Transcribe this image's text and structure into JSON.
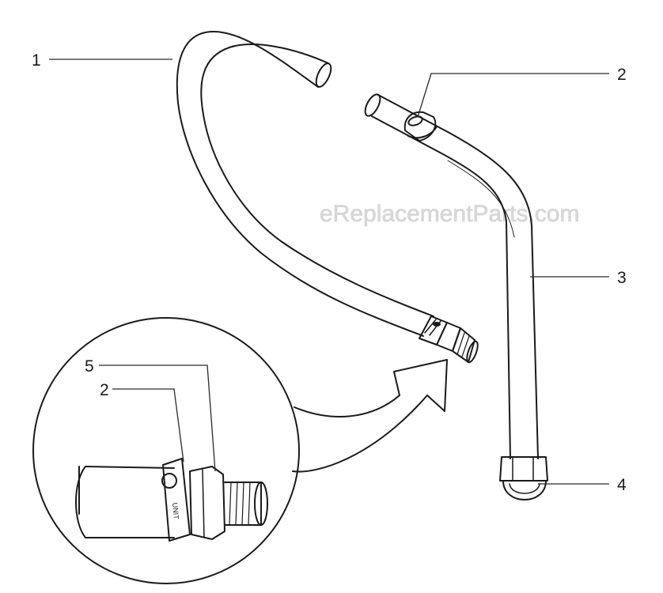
{
  "callouts": {
    "c1": "1",
    "c2_top": "2",
    "c3": "3",
    "c4": "4",
    "c5_detail": "5",
    "c2_detail": "2"
  },
  "watermark": "eReplacementParts.com",
  "clamp_band_text": "UNIT"
}
